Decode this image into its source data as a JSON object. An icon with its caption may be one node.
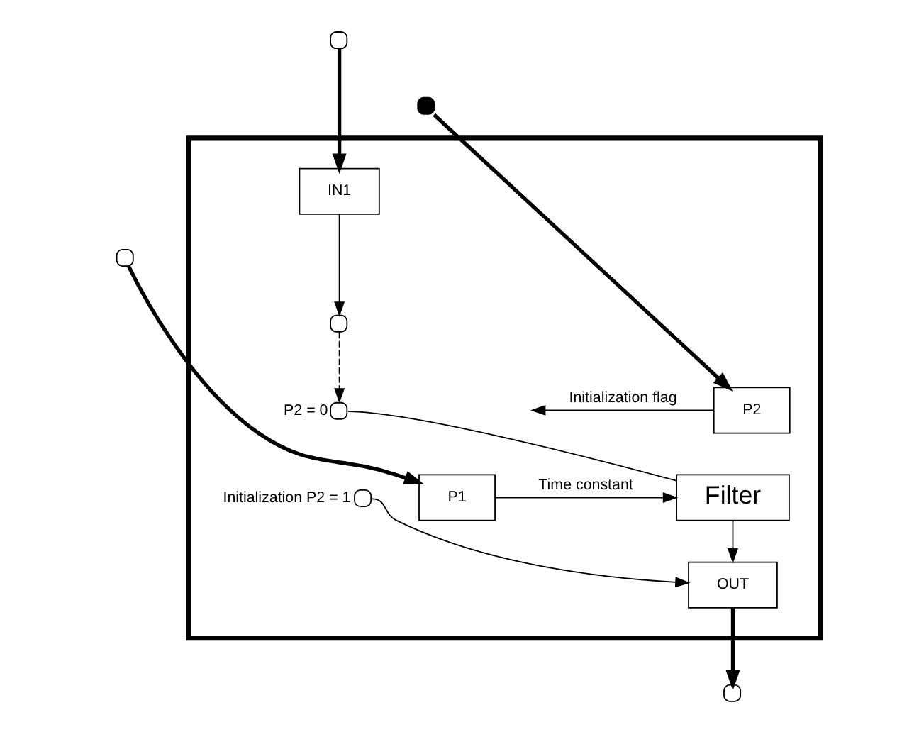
{
  "diagram": {
    "nodes": [
      {
        "text": [],
        "shape": "box"
      },
      {
        "text": [
          "IN1"
        ],
        "in": 0
      },
      {
        "text": [],
        "shape": "circle",
        "in": 0
      },
      {
        "text": [],
        "shape": "circle",
        "in": 0,
        "beside": [
          "P2 = 0"
        ]
      },
      {
        "text": [],
        "shape": "circle",
        "in": 0,
        "beside": [
          "Initialization P2 = 1"
        ]
      },
      {
        "text": [
          "Filter"
        ],
        "in": 0
      },
      {
        "text": [
          "P2"
        ],
        "in": 0
      },
      {
        "text": [
          "P1"
        ],
        "in": 0
      },
      {
        "text": [
          "OUT"
        ],
        "in": 0
      },
      {
        "text": [],
        "shape": "circle"
      },
      {
        "text": [],
        "shape": "dot"
      },
      {
        "text": [],
        "shape": "circle"
      },
      {
        "text": [],
        "shape": "circle"
      }
    ],
    "edges": [
      {
        "from": 9,
        "to": 1,
        "arrow": "to",
        "style": "thick"
      },
      {
        "from": 1,
        "to": 2,
        "arrow": "to"
      },
      {
        "from": 2,
        "to": 3,
        "arrow": "to",
        "style": "dashed"
      },
      {
        "from": 6,
        "to": null,
        "arrow": "to",
        "label": "Initialization flag"
      },
      {
        "from": 10,
        "to": 6,
        "arrow": "to",
        "style": "thick"
      },
      {
        "from": 11,
        "to": 7,
        "arrow": "to",
        "style": "thick"
      },
      {
        "from": 7,
        "to": 5,
        "arrow": "to",
        "label": "Time constant"
      },
      {
        "from": 3,
        "to": 5,
        "arrow": "none"
      },
      {
        "from": 4,
        "to": 8,
        "arrow": "to"
      },
      {
        "from": 5,
        "to": 8,
        "arrow": "to"
      },
      {
        "from": 8,
        "to": 12,
        "arrow": "to",
        "style": "thick"
      }
    ]
  }
}
